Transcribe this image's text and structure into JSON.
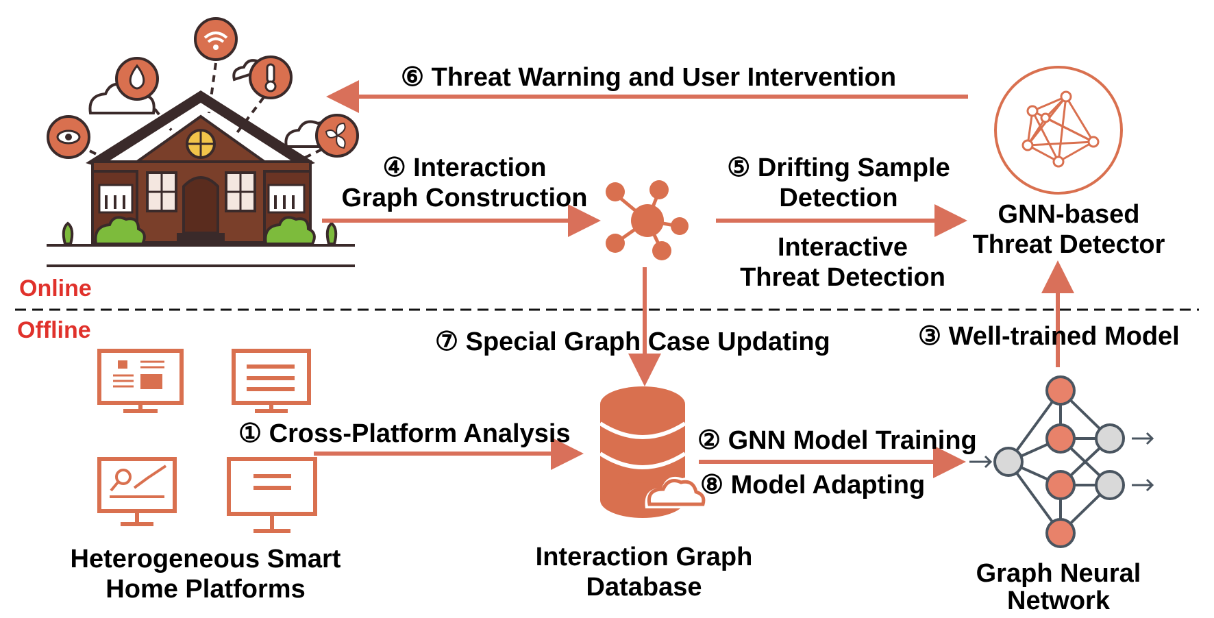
{
  "labels": {
    "online": "Online",
    "offline": "Offline",
    "step6": "⑥ Threat Warning and User Intervention",
    "step4_line1": "④ Interaction",
    "step4_line2": "Graph Construction",
    "step5_line1": "⑤ Drifting Sample",
    "step5_line2": "Detection",
    "interactive_line1": "Interactive",
    "interactive_line2": "Threat Detection",
    "detector_line1": "GNN-based",
    "detector_line2": "Threat Detector",
    "step7": "⑦ Special Graph Case Updating",
    "step3": "③ Well-trained Model",
    "step1": "① Cross-Platform Analysis",
    "step2": "② GNN Model Training",
    "step8": "⑧ Model Adapting",
    "platforms_line1": "Heterogeneous Smart",
    "platforms_line2": "Home Platforms",
    "database_line1": "Interaction Graph",
    "database_line2": "Database",
    "gnn_line1": "Graph Neural",
    "gnn_line2": "Network"
  },
  "colors": {
    "accent": "#d9704f",
    "arrow": "#d9705a",
    "online_offline_text": "#e0312b",
    "house_body": "#7a3f2a",
    "house_outline": "#3a2a2a",
    "bush": "#7dbb3c",
    "node_gray": "#d9d9d9"
  },
  "icons": [
    "house-icon",
    "eye-icon",
    "water-drop-icon",
    "wifi-icon",
    "thermometer-icon",
    "fan-icon",
    "cloud-icon",
    "graph-hub-icon",
    "network-circle-icon",
    "monitor-icon",
    "database-icon",
    "neural-network-icon"
  ]
}
